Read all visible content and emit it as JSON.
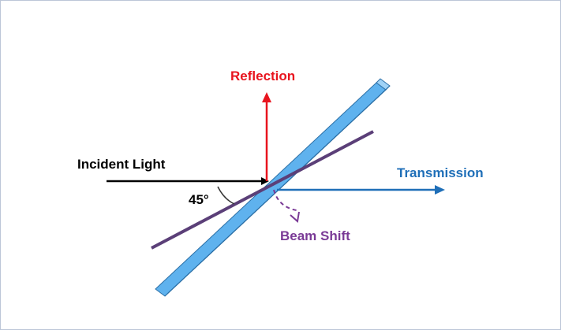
{
  "labels": {
    "incident": "Incident Light",
    "angle": "45°",
    "reflection": "Reflection",
    "transmission": "Transmission",
    "beam_shift": "Beam Shift"
  },
  "colors": {
    "incident": "#000000",
    "reflection": "#e8141e",
    "transmission": "#1f6fb8",
    "beam_shift": "#7a3a96",
    "plate_face": "#5fb2ee",
    "plate_edge": "#2b6fa6",
    "plane_line": "#5b3f78"
  }
}
